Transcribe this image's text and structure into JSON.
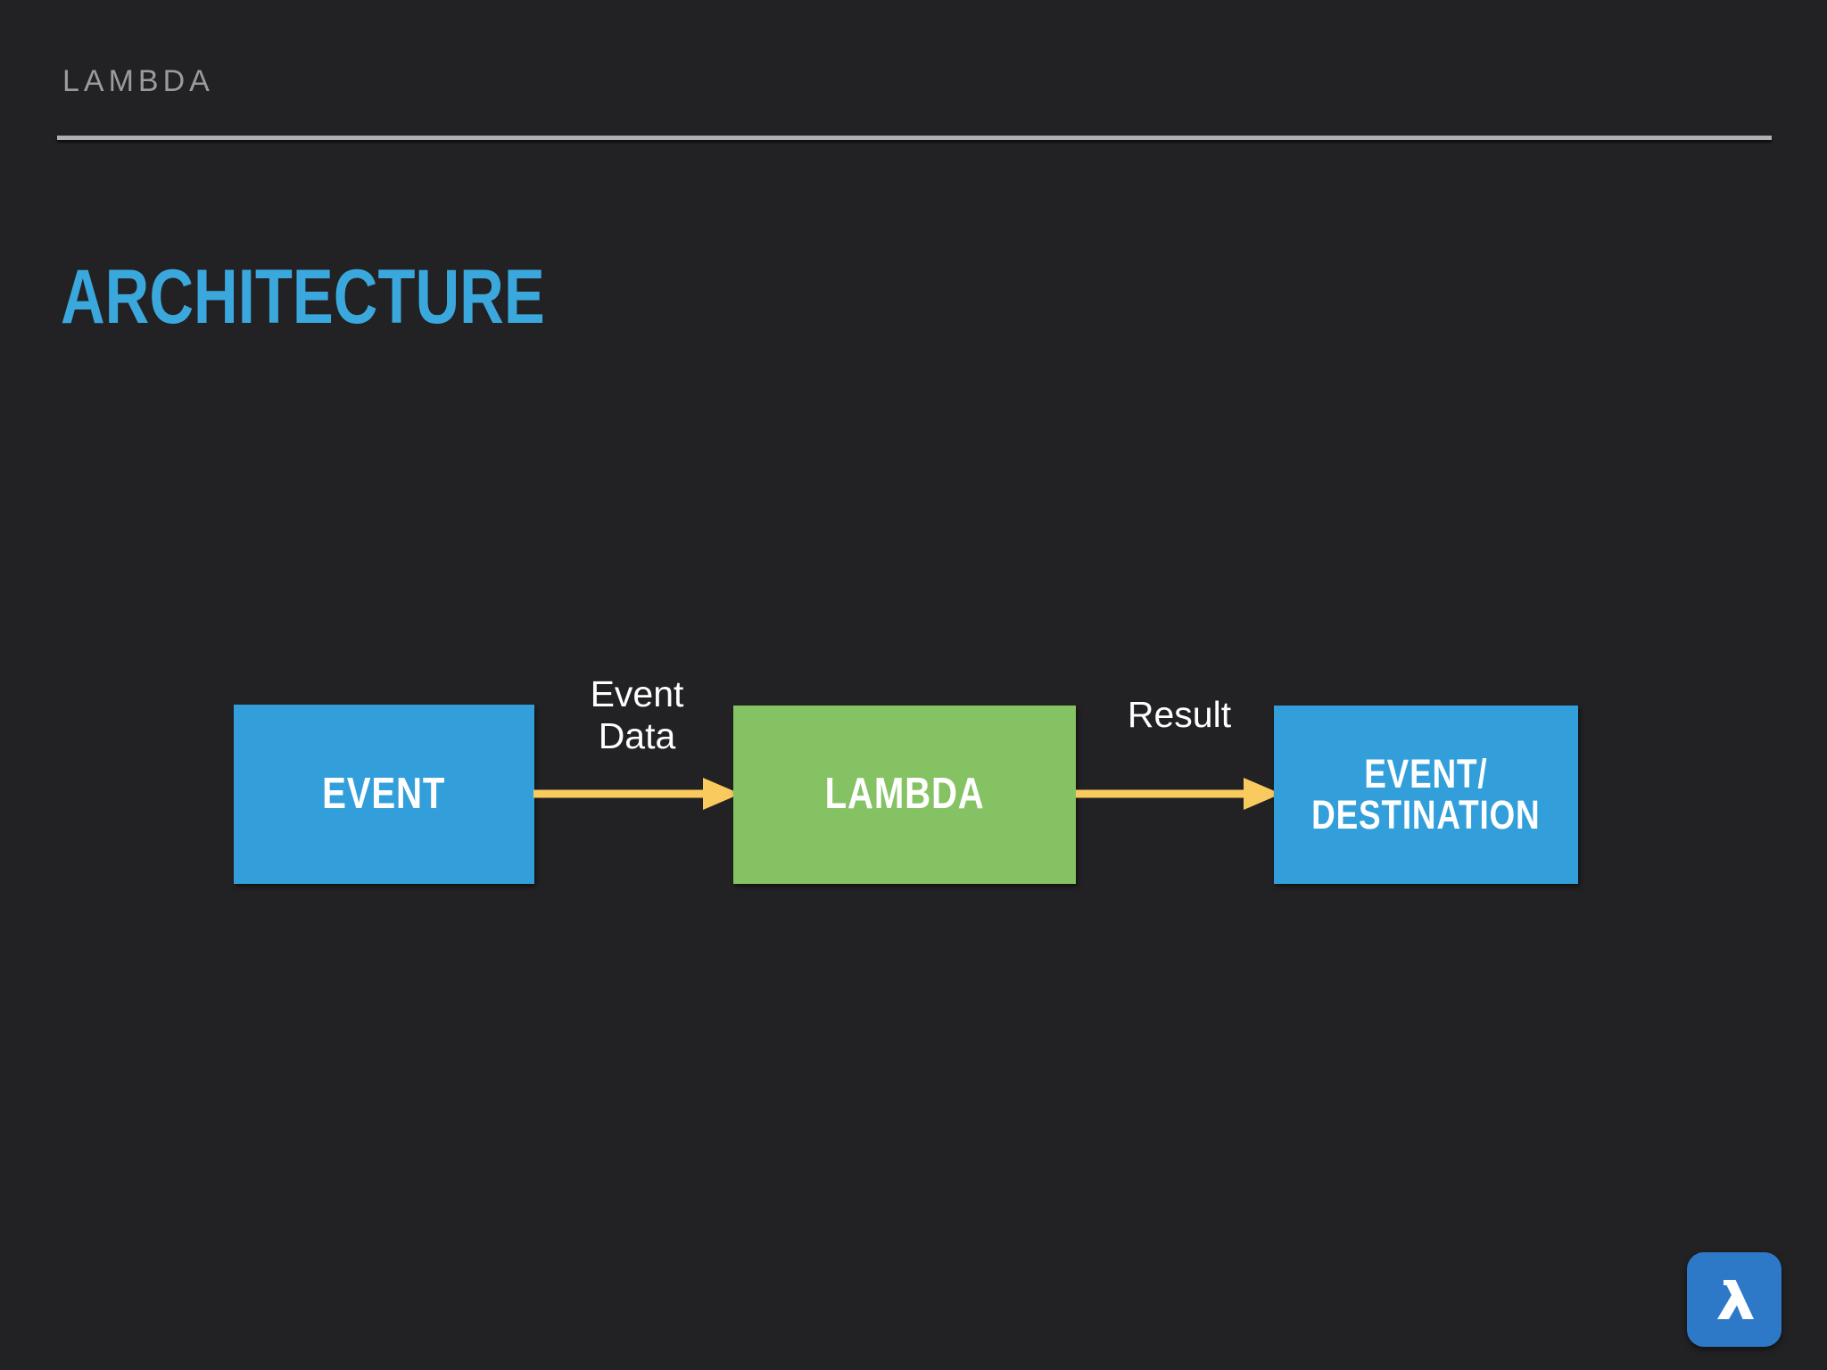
{
  "slide": {
    "eyebrow": "LAMBDA",
    "title": "ARCHITECTURE",
    "background_color": "#222124",
    "accent_color": "#3ba8dd",
    "rule_color": "#b0b0b0",
    "eyebrow_color": "#9b9b9b"
  },
  "diagram": {
    "type": "flow",
    "nodes": [
      {
        "id": "event",
        "label": "EVENT",
        "color": "#339fda"
      },
      {
        "id": "lambda",
        "label": "LAMBDA",
        "color": "#85c263"
      },
      {
        "id": "destination",
        "label": "EVENT/\nDESTINATION",
        "color": "#339fda"
      }
    ],
    "edges": [
      {
        "from": "event",
        "to": "lambda",
        "label": "Event\nData",
        "color": "#f9ca5e"
      },
      {
        "from": "lambda",
        "to": "destination",
        "label": "Result",
        "color": "#f9ca5e"
      }
    ]
  },
  "logo": {
    "glyph": "lambda",
    "background_color": "#2d79c7",
    "glyph_color": "#ffffff"
  }
}
